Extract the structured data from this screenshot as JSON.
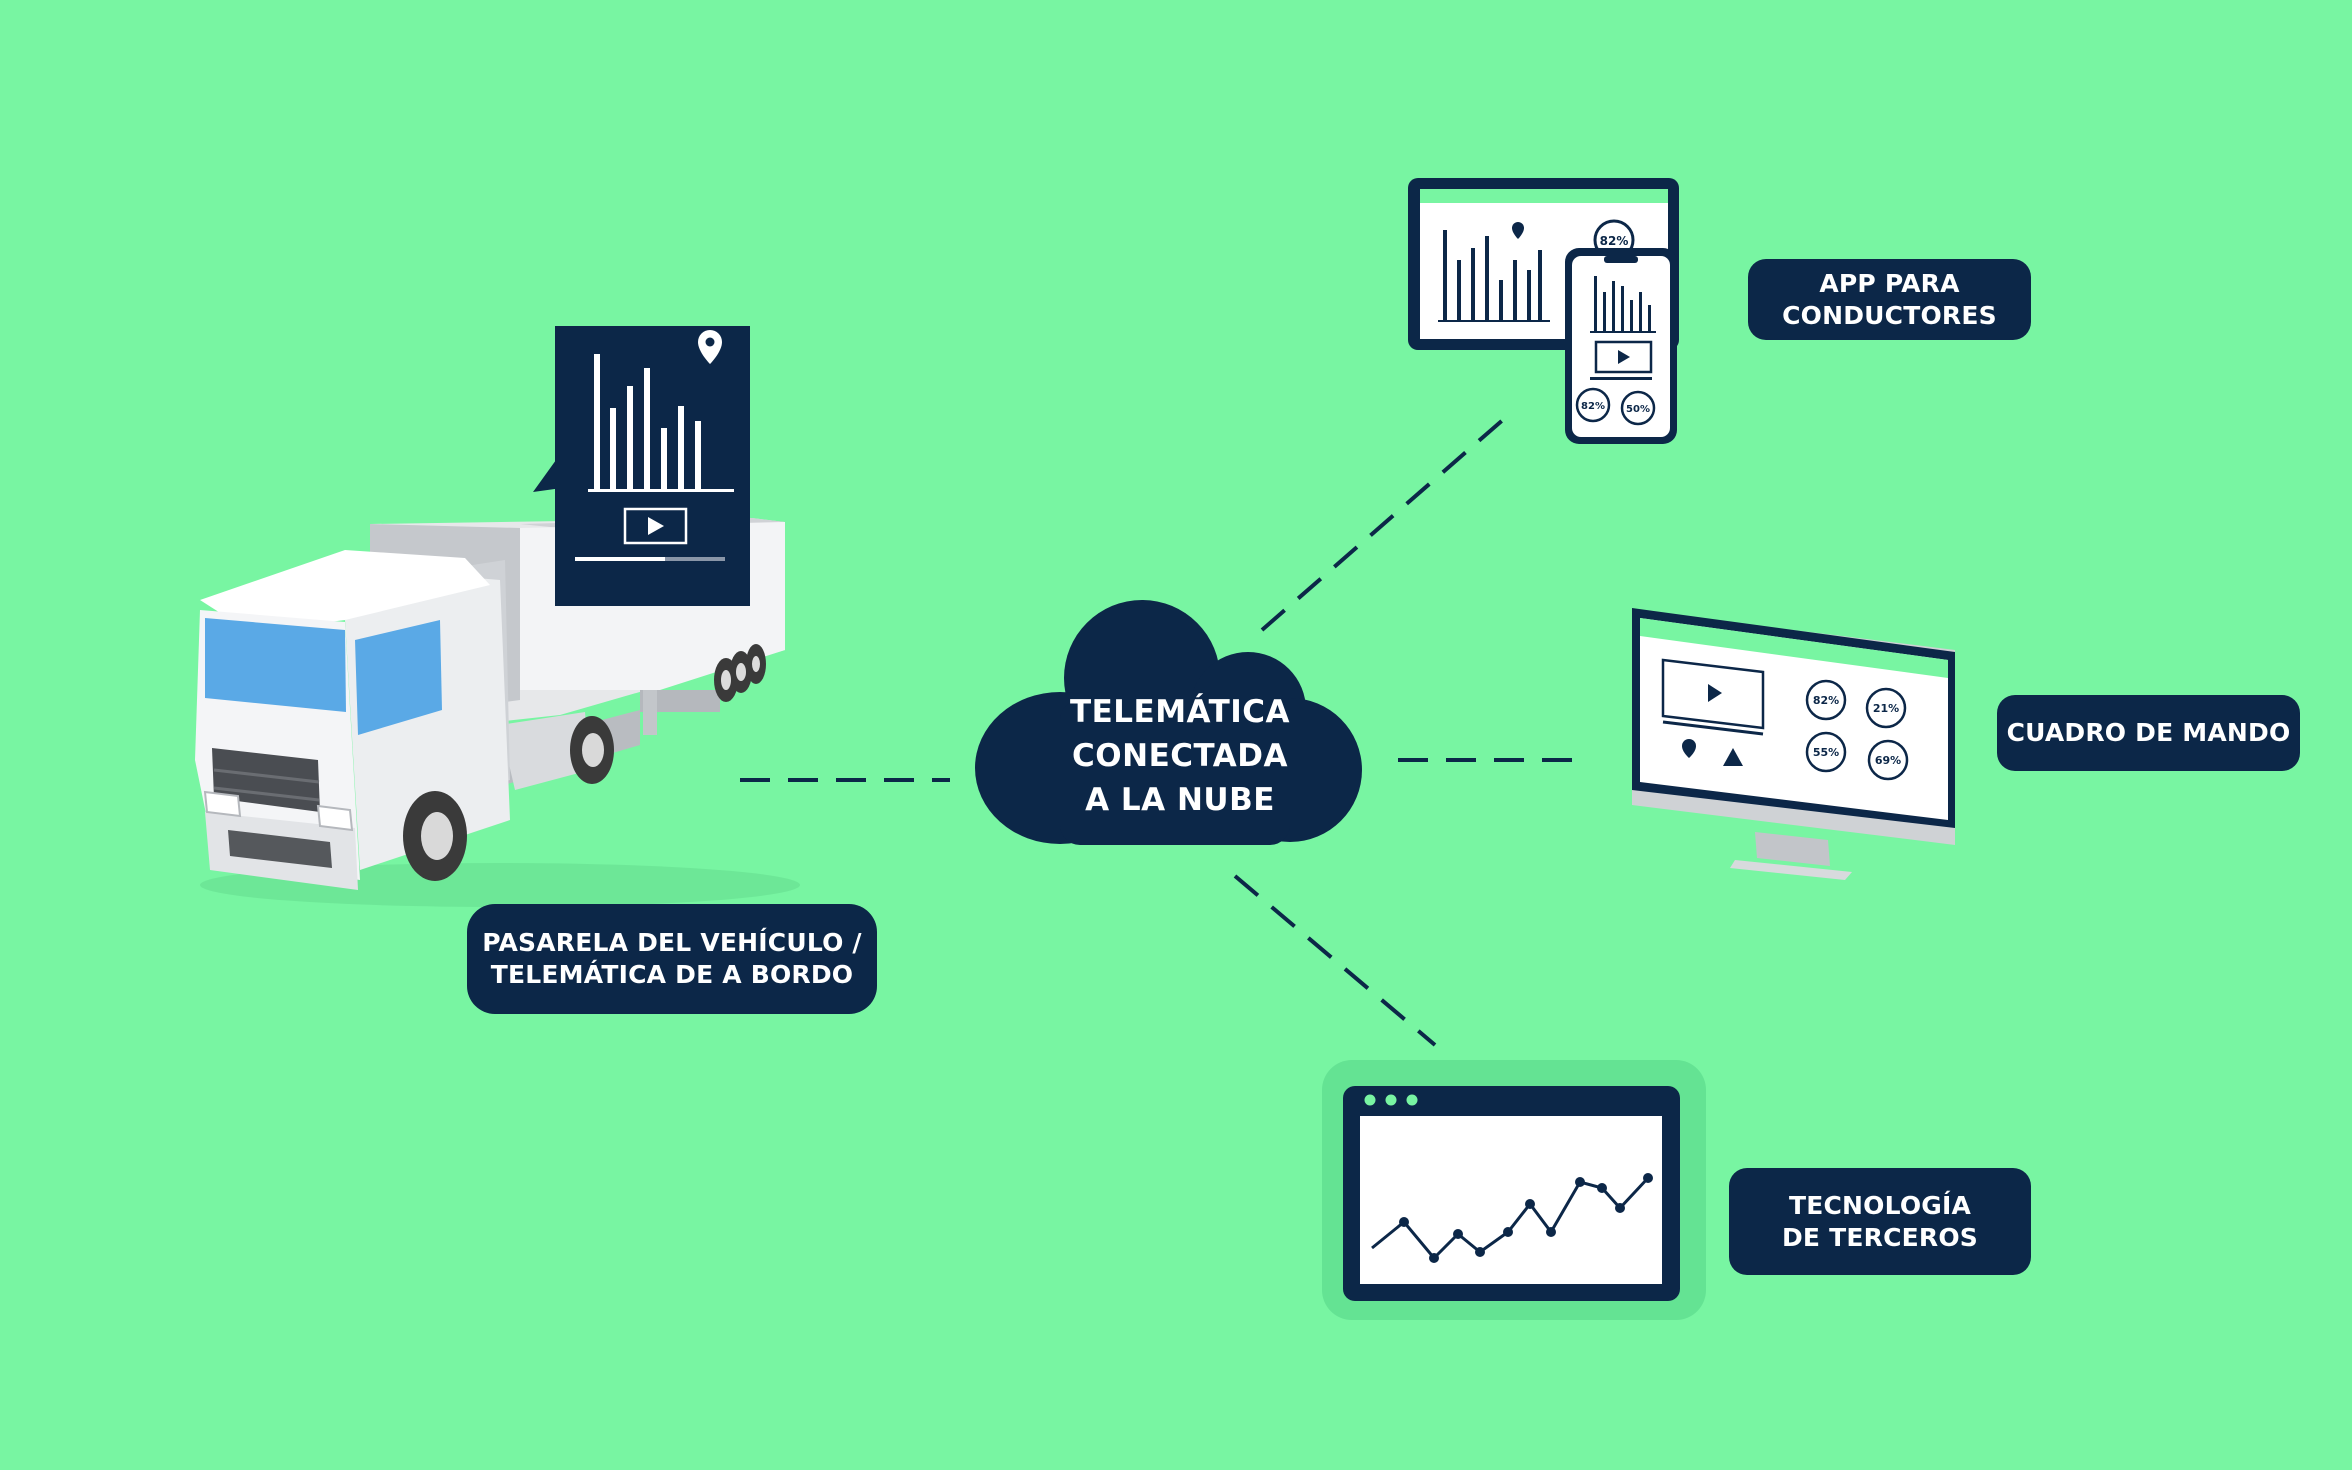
{
  "cloud": {
    "line1": "TELEMÁTICA",
    "line2": "CONECTADA",
    "line3": "A LA NUBE"
  },
  "nodes": {
    "vehicle": {
      "line1": "PASARELA DEL VEHÍCULO /",
      "line2": "TELEMÁTICA DE A BORDO"
    },
    "driver_app": {
      "line1": "APP PARA",
      "line2": "CONDUCTORES"
    },
    "dashboard": {
      "line1": "CUADRO DE MANDO"
    },
    "third_party": {
      "line1": "TECNOLOGÍA",
      "line2": "DE TERCEROS"
    }
  },
  "devices": {
    "tablet_gauge": "82%",
    "phone_gauges": [
      "82%",
      "50%"
    ],
    "monitor_gauges": [
      "82%",
      "21%",
      "55%",
      "69%"
    ]
  },
  "colors": {
    "background": "#78f5a2",
    "navy": "#0c2748",
    "accent_green": "#78f5a2",
    "truck_window": "#5aa9e6"
  },
  "icons": [
    "truck-icon",
    "location-pin-icon",
    "play-icon",
    "cloud-icon",
    "tablet-icon",
    "phone-icon",
    "monitor-icon",
    "warning-icon",
    "browser-window-icon"
  ]
}
